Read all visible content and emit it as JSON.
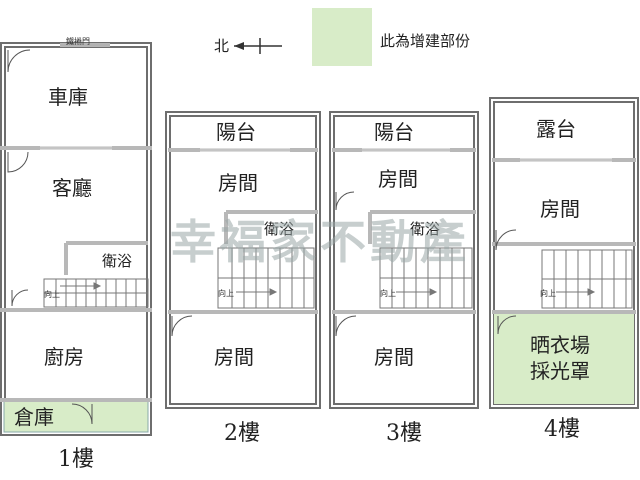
{
  "legend": {
    "north_symbol": "北",
    "added_area_note": "此為增建部份",
    "added_area_color": "#d8ecc8"
  },
  "watermark": "幸福家不動產",
  "floor1": {
    "label": "1樓",
    "gate": "鐵捲門",
    "garage": "車庫",
    "living": "客廳",
    "bath": "衛浴",
    "stair_up": "向上",
    "kitchen": "廚房",
    "storage": "倉庫"
  },
  "floor2": {
    "label": "2樓",
    "balcony": "陽台",
    "room_front": "房間",
    "bath": "衛浴",
    "stair_up": "向上",
    "room_back": "房間"
  },
  "floor3": {
    "label": "3樓",
    "balcony": "陽台",
    "room_front": "房間",
    "bath": "衛浴",
    "stair_up": "向上",
    "room_back": "房間"
  },
  "floor4": {
    "label": "4樓",
    "terrace": "露台",
    "room": "房間",
    "stair_up": "向上",
    "laundry_line1": "晒衣場",
    "laundry_line2": "採光罩"
  },
  "colors": {
    "wall_outer": "#6e6e6e",
    "wall_inner": "#b8b8b8",
    "added_area": "#d8ecc8"
  }
}
